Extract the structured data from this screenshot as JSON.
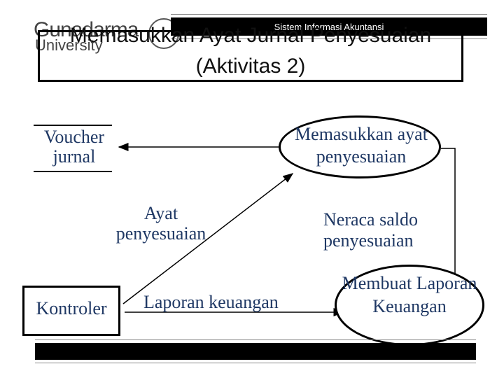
{
  "logo": {
    "main": "Gunadarma",
    "sub": "University"
  },
  "header": {
    "course": "Sistem Informasi Akuntansi"
  },
  "title": {
    "line1": "Memasukkan Ayat Jurnal Penyesuaian",
    "line2": "(Aktivitas 2)"
  },
  "nodes": {
    "voucher": "Voucher jurnal",
    "process_entry": "Memasukkan ayat penyesuaian",
    "adjusting_entries": "Ayat penyesuaian",
    "adjusted_trial_balance": "Neraca saldo penyesuaian",
    "controller": "Kontroler",
    "financial_report": "Laporan keuangan",
    "process_report": "Membuat Laporan Keuangan"
  },
  "colors": {
    "text": "#1f3864",
    "line": "#000000"
  }
}
